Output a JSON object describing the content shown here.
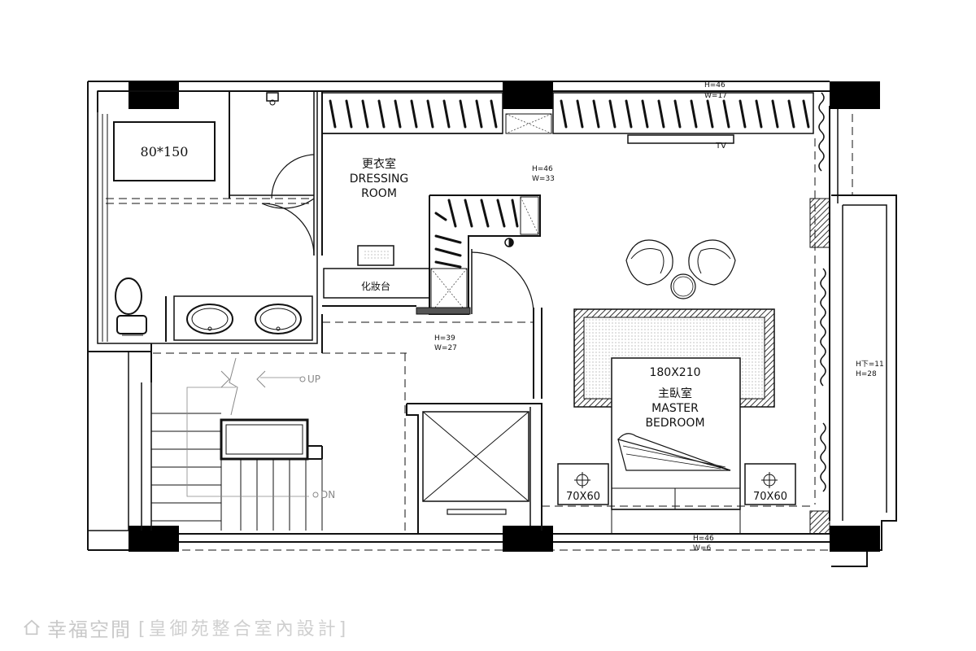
{
  "rooms": {
    "dressing_cn": "更衣室",
    "dressing_en_1": "DRESSING",
    "dressing_en_2": "ROOM",
    "vanity": "化妝台",
    "master_cn": "主臥室",
    "master_en_1": "MASTER",
    "master_en_2": "BEDROOM"
  },
  "dimensions": {
    "bathtub": "80*150",
    "bed": "180X210",
    "nightstand_left": "70X60",
    "nightstand_right": "70X60",
    "top_wardrobe_h": "H=46",
    "top_wardrobe_w": "W=17",
    "mid_h": "H=46",
    "mid_w": "W=33",
    "corridor_h": "H=39",
    "corridor_w": "W=27",
    "right_h1": "H下=11",
    "right_h2": "H=28",
    "bottom_h": "H=46",
    "bottom_w": "W=6"
  },
  "labels": {
    "tv": "TV",
    "up": "UP",
    "dn": "DN"
  },
  "watermark": {
    "brand": "幸福空間",
    "designer": "[皇御苑整合室內設計]"
  }
}
